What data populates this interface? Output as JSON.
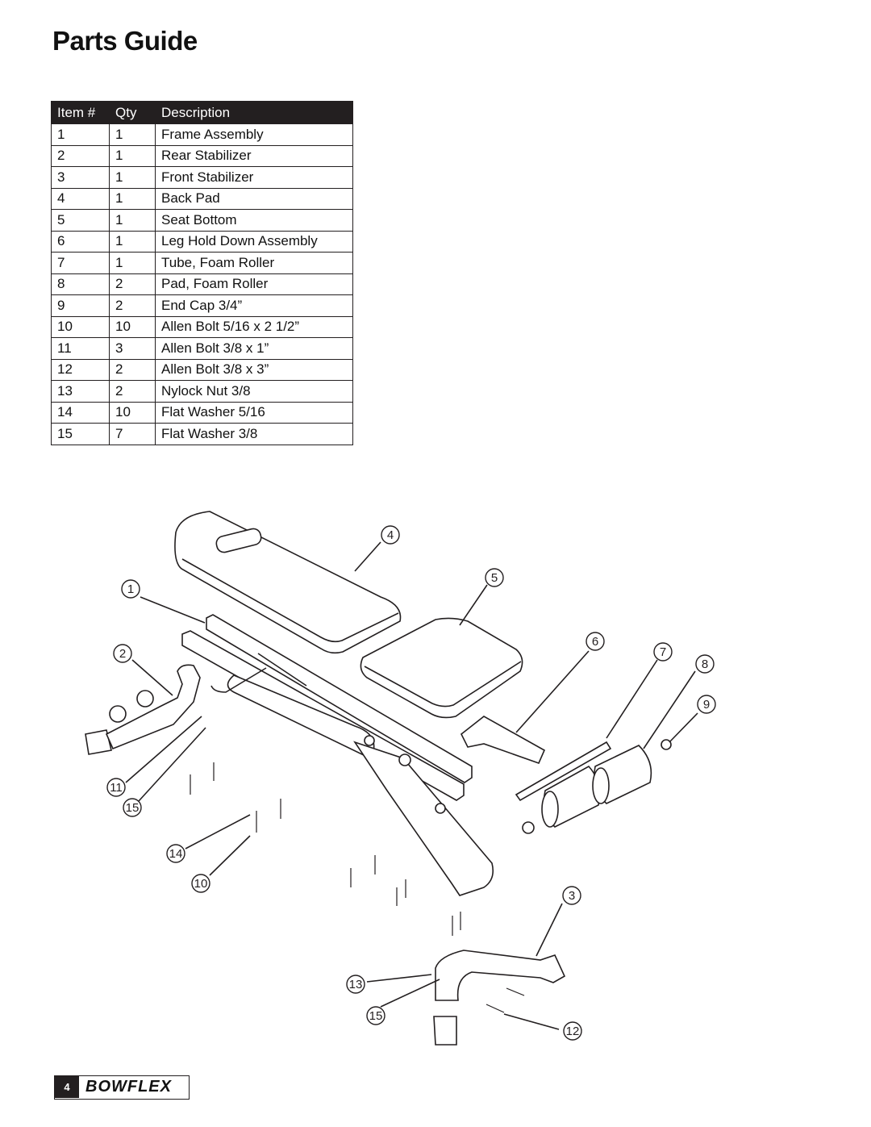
{
  "page_title": "Parts Guide",
  "table": {
    "headers": [
      "Item #",
      "Qty",
      "Description"
    ],
    "rows": [
      [
        "1",
        "1",
        "Frame Assembly"
      ],
      [
        "2",
        "1",
        "Rear Stabilizer"
      ],
      [
        "3",
        "1",
        "Front Stabilizer"
      ],
      [
        "4",
        "1",
        "Back Pad"
      ],
      [
        "5",
        "1",
        "Seat Bottom"
      ],
      [
        "6",
        "1",
        "Leg Hold Down Assembly"
      ],
      [
        "7",
        "1",
        "Tube, Foam Roller"
      ],
      [
        "8",
        "2",
        "Pad, Foam Roller"
      ],
      [
        "9",
        "2",
        "End Cap 3/4”"
      ],
      [
        "10",
        "10",
        "Allen Bolt 5/16 x 2 1/2”"
      ],
      [
        "11",
        "3",
        "Allen Bolt 3/8 x 1”"
      ],
      [
        "12",
        "2",
        "Allen Bolt 3/8 x 3”"
      ],
      [
        "13",
        "2",
        "Nylock Nut 3/8"
      ],
      [
        "14",
        "10",
        "Flat Washer 5/16"
      ],
      [
        "15",
        "7",
        "Flat Washer 3/8"
      ]
    ]
  },
  "diagram_callouts": [
    "1",
    "2",
    "3",
    "4",
    "5",
    "6",
    "7",
    "8",
    "9",
    "10",
    "11",
    "12",
    "13",
    "14",
    "15",
    "15"
  ],
  "footer": {
    "page_number": "4",
    "brand": "BOWFLEX"
  }
}
